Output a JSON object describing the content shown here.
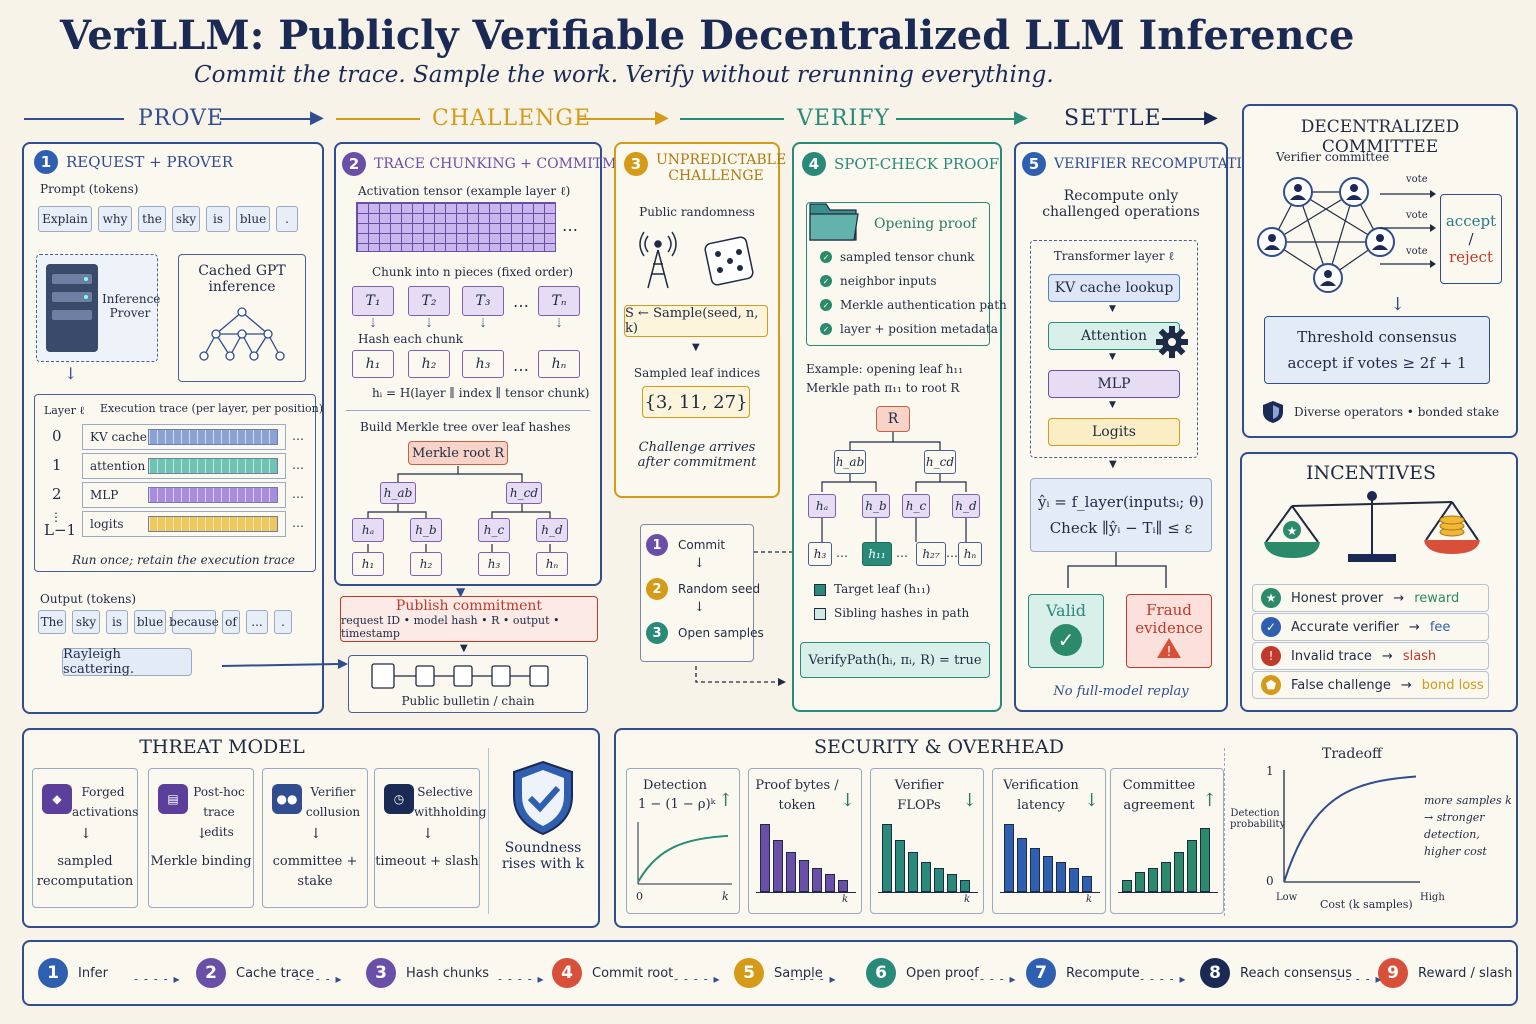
{
  "header": {
    "title": "VeriLLM: Publicly Verifiable Decentralized LLM Inference",
    "subtitle": "Commit the trace. Sample the work. Verify without rerunning everything."
  },
  "phases": {
    "prove": "PROVE",
    "challenge": "CHALLENGE",
    "verify": "VERIFY",
    "settle": "SETTLE"
  },
  "p1": {
    "title": "REQUEST + PROVER",
    "prompt_label": "Prompt (tokens)",
    "prompt_tokens": [
      "Explain",
      "why",
      "the",
      "sky",
      "is",
      "blue",
      "."
    ],
    "prover": "Inference Prover",
    "cache": "Cached GPT inference",
    "layer_label": "Layer ℓ",
    "trace_label": "Execution trace (per layer, per position)",
    "rows": [
      {
        "n": "0",
        "name": "KV cache"
      },
      {
        "n": "1",
        "name": "attention"
      },
      {
        "n": "2",
        "name": "MLP"
      },
      {
        "n": "L−1",
        "name": "logits"
      }
    ],
    "note": "Run once; retain the execution trace",
    "output_label": "Output (tokens)",
    "output_tokens": [
      "The",
      "sky",
      "is",
      "blue",
      "because",
      "of",
      "...",
      "."
    ],
    "answer": "Rayleigh scattering."
  },
  "p2": {
    "title": "TRACE CHUNKING + COMMITMENT",
    "tensor_label": "Activation tensor (example layer ℓ)",
    "chunk_label": "Chunk into n pieces (fixed order)",
    "chunks": [
      "T₁",
      "T₂",
      "T₃",
      "Tₙ"
    ],
    "hash_label": "Hash each chunk",
    "hashes": [
      "h₁",
      "h₂",
      "h₃",
      "hₙ"
    ],
    "hash_formula": "hᵢ = H(layer ∥ index ∥ tensor chunk)",
    "merkle_label": "Build Merkle tree over leaf hashes",
    "root": "Merkle root R",
    "mid": [
      "h_ab",
      "h_cd"
    ],
    "leaves": [
      "hₐ",
      "h_b",
      "h_c",
      "h_d"
    ],
    "bottom": [
      "h₁",
      "h₂",
      "h₃",
      "hₙ"
    ],
    "publish": "Publish commitment",
    "publish_detail": "request ID • model hash • R • output • timestamp",
    "bulletin": "Public bulletin / chain"
  },
  "p3": {
    "title": "UNPREDICTABLE CHALLENGE",
    "rand": "Public randomness",
    "sample": "S ← Sample(seed, n, k)",
    "indices_label": "Sampled leaf indices",
    "indices": "{3, 11, 27}",
    "note": "Challenge arrives after commitment",
    "steps": [
      "Commit",
      "Random seed",
      "Open samples"
    ]
  },
  "p4": {
    "title": "SPOT-CHECK PROOF",
    "folder": "Opening proof",
    "items": [
      "sampled tensor chunk",
      "neighbor inputs",
      "Merkle authentication path",
      "layer + position metadata"
    ],
    "example": "Example: opening leaf h₁₁",
    "path": "Merkle path π₁₁ to root R",
    "root": "R",
    "mid": [
      "h_ab",
      "h_cd"
    ],
    "leaves": [
      "hₐ",
      "h_b",
      "h_c",
      "h_d"
    ],
    "row": [
      "h₃",
      "h₁₁",
      "h₂₇",
      "hₙ"
    ],
    "legend_target": "Target leaf (h₁₁)",
    "legend_sibling": "Sibling hashes in path",
    "verify": "VerifyPath(hᵢ, πᵢ, R) = true"
  },
  "p5": {
    "title": "VERIFIER RECOMPUTATION",
    "sub": "Recompute only challenged operations",
    "layer": "Transformer layer ℓ",
    "blocks": [
      "KV cache lookup",
      "Attention",
      "MLP",
      "Logits"
    ],
    "formula": "ŷᵢ = f_layer(inputsᵢ; θ)",
    "check": "Check ∥ŷᵢ − Tᵢ∥ ≤ ε",
    "valid": "Valid",
    "fraud": "Fraud evidence",
    "note": "No full-model replay"
  },
  "committee": {
    "title": "DECENTRALIZED COMMITTEE",
    "label": "Verifier committee",
    "vote": "vote",
    "accept": "accept",
    "slash": "/",
    "reject": "reject",
    "threshold": "Threshold consensus",
    "rule": "accept if votes ≥ 2f + 1",
    "footer": "Diverse operators • bonded stake"
  },
  "incentives": {
    "title": "INCENTIVES",
    "rows": [
      {
        "a": "Honest prover",
        "b": "reward",
        "color": "#2a8a6a"
      },
      {
        "a": "Accurate verifier",
        "b": "fee",
        "color": "#2f5fb0"
      },
      {
        "a": "Invalid trace",
        "b": "slash",
        "color": "#c0392b"
      },
      {
        "a": "False challenge",
        "b": "bond loss",
        "color": "#d49a18"
      }
    ]
  },
  "threat": {
    "title": "THREAT MODEL",
    "cards": [
      {
        "t": "Forged activations",
        "m": "sampled recomputation"
      },
      {
        "t": "Post-hoc trace edits",
        "m": "Merkle binding"
      },
      {
        "t": "Verifier collusion",
        "m": "committee + stake"
      },
      {
        "t": "Selective withholding",
        "m": "timeout + slash"
      }
    ],
    "shield": "Soundness rises with k"
  },
  "security": {
    "title": "SECURITY & OVERHEAD",
    "minis": [
      "Detection",
      "Proof bytes / token",
      "Verifier FLOPs",
      "Verification latency",
      "Committee agreement"
    ],
    "formula": "1 − (1 − ρ)ᵏ",
    "tradeoff": "Tradeoff",
    "ylabel": "Detection probability",
    "xlabel": "Cost (k samples)",
    "low": "Low",
    "high": "High",
    "y1": "1",
    "y0": "0",
    "note": "more samples k → stronger detection, higher cost",
    "x0": "0",
    "xk": "k"
  },
  "chart_data": {
    "type": "line",
    "title": "Tradeoff",
    "xlabel": "Cost (k samples)",
    "ylabel": "Detection probability",
    "ylim": [
      0,
      1
    ]
  },
  "flow": [
    "Infer",
    "Cache trace",
    "Hash chunks",
    "Commit root",
    "Sample",
    "Open proof",
    "Recompute",
    "Reach consensus",
    "Reward / slash"
  ],
  "colors": {
    "blue": "#2f5fb0",
    "purple": "#6a4fa8",
    "orange": "#d49a18",
    "teal": "#2a8a7a",
    "navy": "#1b2a55",
    "red": "#d8503a"
  }
}
